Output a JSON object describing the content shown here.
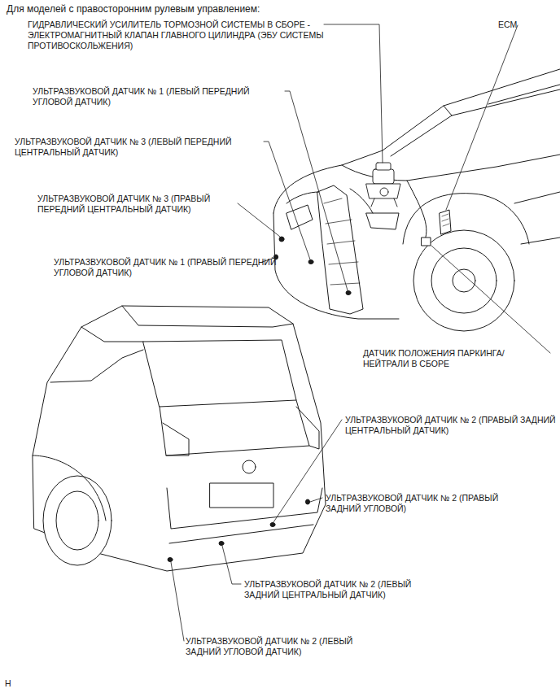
{
  "diagram": {
    "title": "Для моделей с правосторонним рулевым управлением:",
    "labels": [
      "ГИДРАВЛИЧЕСКИЙ УСИЛИТЕЛЬ ТОРМОЗНОЙ СИСТЕМЫ В СБОРЕ - ЭЛЕКТРОМАГНИТНЫЙ КЛАПАН ГЛАВНОГО ЦИЛИНДРА (ЭБУ СИСТЕМЫ ПРОТИВОСКОЛЬЖЕНИЯ)",
      "ECM",
      "УЛЬТРАЗВУКОВОЙ ДАТЧИК № 1 (ЛЕВЫЙ ПЕРЕДНИЙ УГЛОВОЙ ДАТЧИК)",
      "УЛЬТРАЗВУКОВОЙ ДАТЧИК № 3 (ЛЕВЫЙ ПЕРЕДНИЙ ЦЕНТРАЛЬНЫЙ ДАТЧИК)",
      "УЛЬТРАЗВУКОВОЙ ДАТЧИК № 3 (ПРАВЫЙ ПЕРЕДНИЙ ЦЕНТРАЛЬНЫЙ ДАТЧИК)",
      "УЛЬТРАЗВУКОВОЙ ДАТЧИК № 1 (ПРАВЫЙ ПЕРЕДНИЙ УГЛОВОЙ ДАТЧИК)",
      "ДАТЧИК ПОЛОЖЕНИЯ ПАРКИНГА/ НЕЙТРАЛИ В СБОРЕ",
      "УЛЬТРАЗВУКОВОЙ ДАТЧИК № 2 (ПРАВЫЙ ЗАДНИЙ ЦЕНТРАЛЬНЫЙ ДАТЧИК)",
      "УЛЬТРАЗВУКОВОЙ ДАТЧИК № 2 (ПРАВЫЙ ЗАДНИЙ УГЛОВОЙ)",
      "УЛЬТРАЗВУКОВОЙ ДАТЧИК № 2 (ЛЕВЫЙ ЗАДНИЙ ЦЕНТРАЛЬНЫЙ ДАТЧИК)",
      "УЛЬТРАЗВУКОВОЙ ДАТЧИК № 2 (ЛЕВЫЙ ЗАДНИЙ УГЛОВОЙ ДАТЧИК)",
      "H"
    ]
  }
}
